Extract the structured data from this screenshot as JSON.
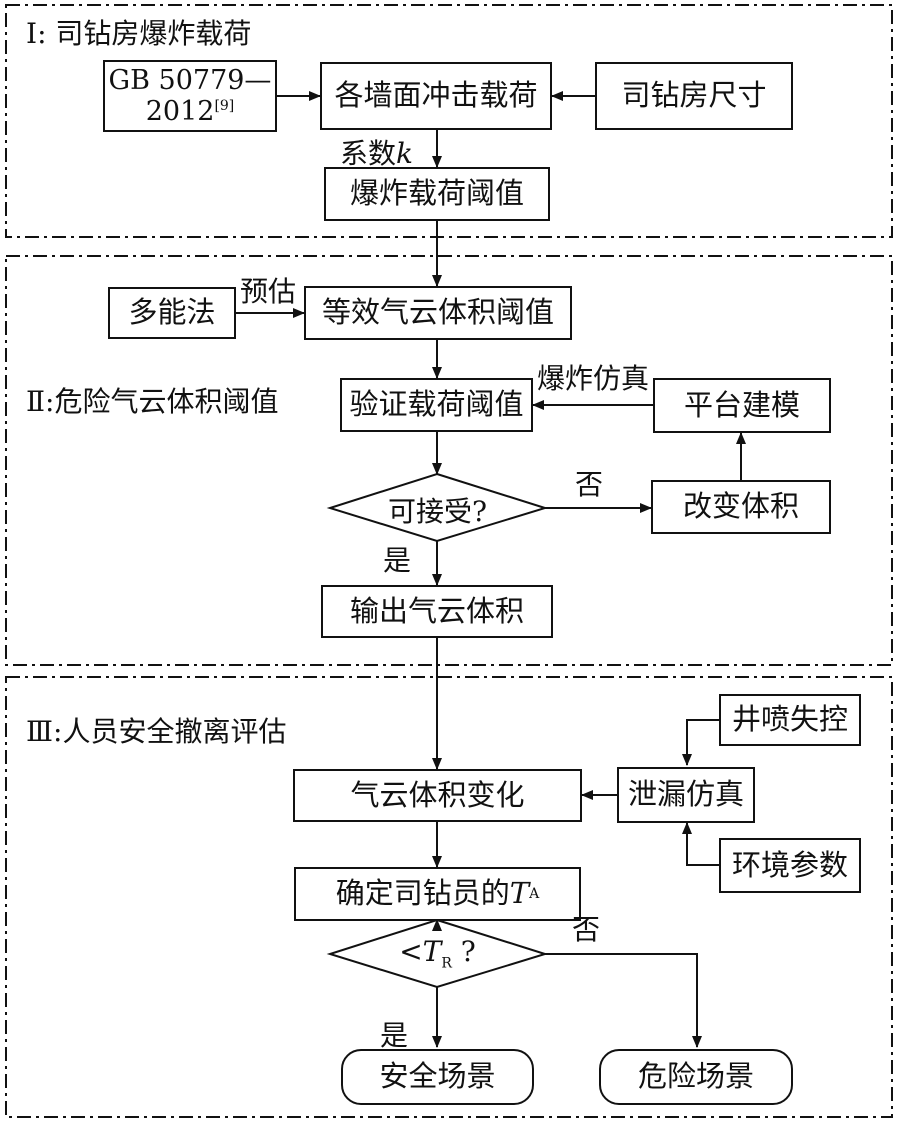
{
  "sections": {
    "s1": {
      "roman": "Ⅰ",
      "title": "司钻房爆炸载荷"
    },
    "s2": {
      "roman": "Ⅱ",
      "title": "危险气云体积阈值"
    },
    "s3": {
      "roman": "Ⅲ",
      "title": "人员安全撤离评估"
    }
  },
  "nodes": {
    "gb_line1": "GB 50779—",
    "gb_line2": "2012",
    "gb_ref": "[9]",
    "wall_load": "各墙面冲击载荷",
    "room_size": "司钻房尺寸",
    "blast_threshold": "爆炸载荷阈值",
    "multi_energy": "多能法",
    "equiv_cloud": "等效气云体积阈值",
    "verify_load": "验证载荷阈值",
    "platform_model": "平台建模",
    "acceptable": "可接受?",
    "change_volume": "改变体积",
    "output_cloud": "输出气云体积",
    "blowout": "井喷失控",
    "leak_sim": "泄漏仿真",
    "env_params": "环境参数",
    "cloud_change": "气云体积变化",
    "determine_ta_prefix": "确定司钻员的",
    "ta_symbol": "T",
    "ta_sub": "A",
    "tr_prefix": "<",
    "tr_symbol": "T",
    "tr_sub": "R",
    "tr_suffix": " ?",
    "safe": "安全场景",
    "danger": "危险场景"
  },
  "labels": {
    "coef_text": "系数",
    "coef_var": "k",
    "estimate": "预估",
    "blast_sim": "爆炸仿真",
    "no1": "否",
    "yes1": "是",
    "no2": "否",
    "yes2": "是"
  }
}
